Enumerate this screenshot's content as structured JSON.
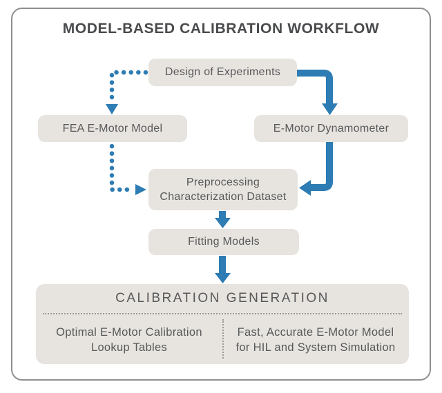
{
  "title": "MODEL-BASED CALIBRATION WORKFLOW",
  "nodes": {
    "design": {
      "label": "Design of Experiments"
    },
    "fea": {
      "label": "FEA E-Motor Model"
    },
    "dyno": {
      "label": "E-Motor Dynamometer"
    },
    "preprocessing": {
      "line1": "Preprocessing",
      "line2": "Characterization Dataset"
    },
    "fitting": {
      "label": "Fitting Models"
    },
    "calibration": {
      "header": "CALIBRATION GENERATION",
      "left": {
        "line1": "Optimal E-Motor Calibration",
        "line2": "Lookup Tables"
      },
      "right": {
        "line1": "Fast, Accurate E-Motor Model",
        "line2": "for HIL and System Simulation"
      }
    }
  },
  "edges": [
    {
      "from": "Design of Experiments",
      "to": "FEA E-Motor Model",
      "style": "dotted"
    },
    {
      "from": "Design of Experiments",
      "to": "E-Motor Dynamometer",
      "style": "solid"
    },
    {
      "from": "FEA E-Motor Model",
      "to": "Preprocessing Characterization Dataset",
      "style": "dotted"
    },
    {
      "from": "E-Motor Dynamometer",
      "to": "Preprocessing Characterization Dataset",
      "style": "solid"
    },
    {
      "from": "Preprocessing Characterization Dataset",
      "to": "Fitting Models",
      "style": "solid"
    },
    {
      "from": "Fitting Models",
      "to": "Calibration Generation",
      "style": "solid"
    }
  ],
  "colors": {
    "blue": "#2d7cb3",
    "box": "#e7e4df",
    "text": "#57585a",
    "title": "#4a4b4d",
    "border": "#8f8f8f",
    "rule": "#9a9a98"
  }
}
